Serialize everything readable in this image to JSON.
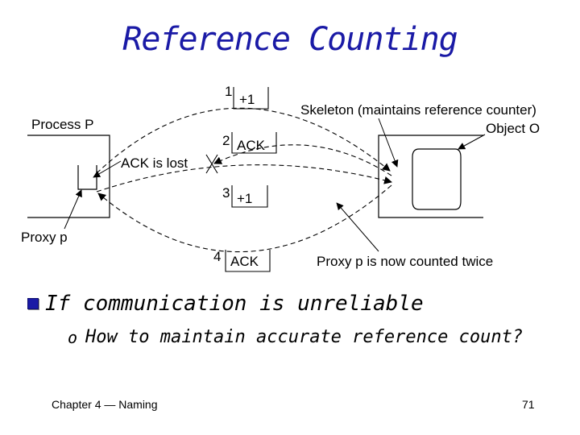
{
  "title": "Reference Counting",
  "diagram": {
    "process_label": "Process P",
    "skeleton_label": "Skeleton (maintains reference counter)",
    "object_label": "Object O",
    "proxy_label": "Proxy p",
    "ack_lost_label": "ACK is lost",
    "proxy_counted_label": "Proxy p is now counted twice",
    "messages": [
      {
        "number": "1",
        "text": "+1"
      },
      {
        "number": "2",
        "text": "ACK"
      },
      {
        "number": "3",
        "text": "+1"
      },
      {
        "number": "4",
        "text": "ACK"
      }
    ]
  },
  "bullet": "If communication is unreliable",
  "sub_bullet": "How to maintain accurate reference count?",
  "footer": {
    "chapter": "Chapter 4 — Naming",
    "page": "71"
  }
}
